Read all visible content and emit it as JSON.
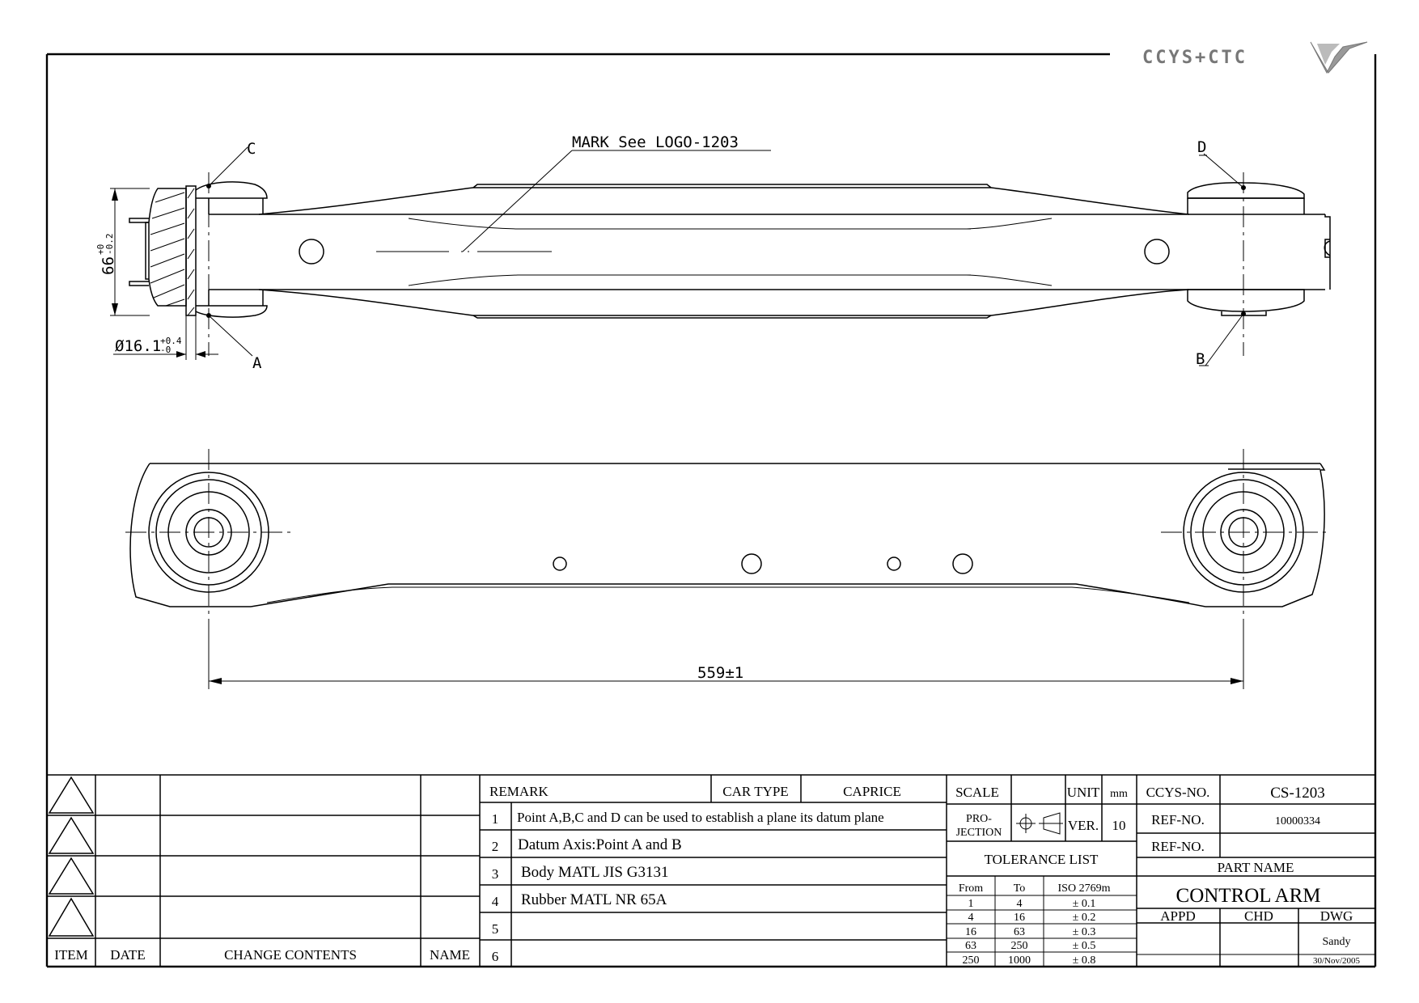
{
  "logo": {
    "text": "CCYS+CTC"
  },
  "drawing": {
    "mark_note": "MARK See LOGO-1203",
    "points": {
      "a": "A",
      "b": "B",
      "c": "C",
      "d": "D"
    },
    "dim_height": {
      "base": "66",
      "upper": "+0",
      "lower": "-0.2"
    },
    "dim_bore": {
      "base": "Ø16.1",
      "upper": "+0.4",
      "lower": "-0"
    },
    "dim_length": "559±1"
  },
  "revision_table": {
    "headers": {
      "item": "ITEM",
      "date": "DATE",
      "change": "CHANGE CONTENTS",
      "name": "NAME"
    }
  },
  "remarks": {
    "header": "REMARK",
    "car_type_label": "CAR TYPE",
    "car_type_value": "CAPRICE",
    "rows": [
      {
        "no": "1",
        "text": "Point A,B,C and D can be used to establish a plane its datum plane"
      },
      {
        "no": "2",
        "text": "Datum Axis:Point A and B"
      },
      {
        "no": "3",
        "text": "Body MATL JIS G3131"
      },
      {
        "no": "4",
        "text": "Rubber MATL NR 65A"
      },
      {
        "no": "5",
        "text": ""
      },
      {
        "no": "6",
        "text": ""
      }
    ]
  },
  "specs": {
    "scale_label": "SCALE",
    "scale_value": "",
    "unit_label": "UNIT",
    "unit_value": "mm",
    "projection_label_1": "PRO-",
    "projection_label_2": "JECTION",
    "ver_label": "VER.",
    "ver_value": "10"
  },
  "tolerance": {
    "title": "TOLERANCE LIST",
    "headers": {
      "from": "From",
      "to": "To",
      "iso": "ISO 2769m"
    },
    "rows": [
      {
        "from": "1",
        "to": "4",
        "tol": "± 0.1"
      },
      {
        "from": "4",
        "to": "16",
        "tol": "± 0.2"
      },
      {
        "from": "16",
        "to": "63",
        "tol": "± 0.3"
      },
      {
        "from": "63",
        "to": "250",
        "tol": "± 0.5"
      },
      {
        "from": "250",
        "to": "1000",
        "tol": "± 0.8"
      }
    ]
  },
  "title_block": {
    "ccys_label": "CCYS-NO.",
    "ccys_value": "CS-1203",
    "ref1_label": "REF-NO.",
    "ref1_value": "10000334",
    "ref2_label": "REF-NO.",
    "ref2_value": "",
    "part_name_label": "PART NAME",
    "part_name": "CONTROL ARM",
    "appd_label": "APPD",
    "chd_label": "CHD",
    "dwg_label": "DWG",
    "appd_value": "",
    "chd_value": "",
    "dwg_name": "Sandy",
    "dwg_date": "30/Nov/2005"
  }
}
